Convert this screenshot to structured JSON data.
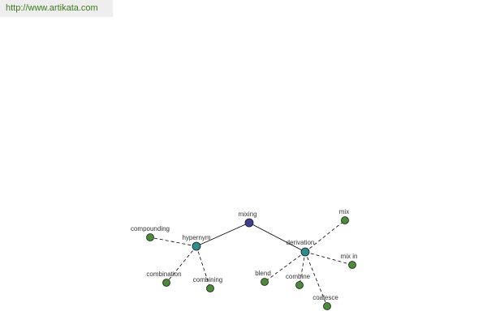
{
  "source": {
    "url_text": "http://www.artikata.com"
  },
  "graph": {
    "colors": {
      "root_fill": "#3f3f8f",
      "category_fill": "#2f8c8c",
      "leaf_fill": "#4a8a3a",
      "node_stroke": "#1a1a1a",
      "edge": "#000000"
    },
    "nodes": [
      {
        "id": "mixing",
        "label": "mixing",
        "kind": "root"
      },
      {
        "id": "hypernym",
        "label": "hypernym",
        "kind": "category"
      },
      {
        "id": "derivation",
        "label": "derivation",
        "kind": "category"
      },
      {
        "id": "compounding",
        "label": "compounding",
        "kind": "leaf"
      },
      {
        "id": "combination",
        "label": "combination",
        "kind": "leaf"
      },
      {
        "id": "combining",
        "label": "combining",
        "kind": "leaf"
      },
      {
        "id": "mix",
        "label": "mix",
        "kind": "leaf"
      },
      {
        "id": "mix-in",
        "label": "mix in",
        "kind": "leaf"
      },
      {
        "id": "blend",
        "label": "blend",
        "kind": "leaf"
      },
      {
        "id": "combine",
        "label": "combine",
        "kind": "leaf"
      },
      {
        "id": "coalesce",
        "label": "coalesce",
        "kind": "leaf"
      }
    ],
    "edges": [
      {
        "from": "mixing",
        "to": "hypernym",
        "style": "solid"
      },
      {
        "from": "mixing",
        "to": "derivation",
        "style": "solid"
      },
      {
        "from": "hypernym",
        "to": "compounding",
        "style": "dashed"
      },
      {
        "from": "hypernym",
        "to": "combination",
        "style": "dashed"
      },
      {
        "from": "hypernym",
        "to": "combining",
        "style": "dashed"
      },
      {
        "from": "derivation",
        "to": "mix",
        "style": "dashed"
      },
      {
        "from": "derivation",
        "to": "mix-in",
        "style": "dashed"
      },
      {
        "from": "derivation",
        "to": "blend",
        "style": "dashed"
      },
      {
        "from": "derivation",
        "to": "combine",
        "style": "dashed"
      },
      {
        "from": "derivation",
        "to": "coalesce",
        "style": "dashed"
      }
    ]
  }
}
